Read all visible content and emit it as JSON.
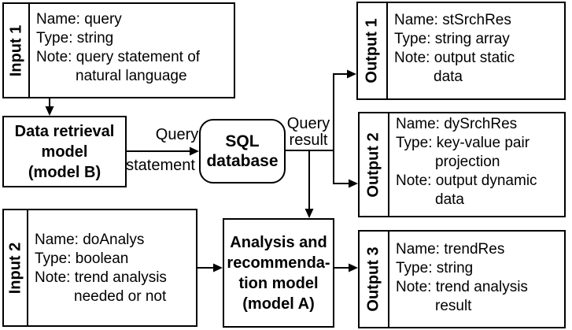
{
  "colors": {
    "background": "#ffffff",
    "line": "#000000",
    "text": "#000000"
  },
  "diagram": {
    "input1": {
      "side_label": "Input 1",
      "lines": [
        "Name: query",
        "Type: string",
        "Note: query statement of",
        "natural language"
      ]
    },
    "input2": {
      "side_label": "Input 2",
      "lines": [
        "Name: doAnalys",
        "Type: boolean",
        "Note: trend analysis",
        "needed or not"
      ]
    },
    "output1": {
      "side_label": "Output 1",
      "lines": [
        "Name: stSrchRes",
        "Type: string array",
        "Note: output static",
        "data"
      ]
    },
    "output2": {
      "side_label": "Output 2",
      "lines": [
        "Name: dySrchRes",
        "Type: key-value pair",
        "projection",
        "Note: output dynamic",
        "data"
      ]
    },
    "output3": {
      "side_label": "Output 3",
      "lines": [
        "Name: trendRes",
        "Type: string",
        "Note: trend analysis",
        "result"
      ]
    },
    "model_b": {
      "title_lines": [
        "Data retrieval",
        "model",
        "(model B)"
      ]
    },
    "sql_db": {
      "title_lines": [
        "SQL",
        "database"
      ]
    },
    "model_a": {
      "title_lines": [
        "Analysis and",
        "recommenda-",
        "tion model",
        "(model A)"
      ]
    },
    "edge_labels": {
      "query_statement_top": "Query",
      "query_statement_bottom": "statement",
      "query_result_top": "Query",
      "query_result_bottom": "result"
    }
  }
}
